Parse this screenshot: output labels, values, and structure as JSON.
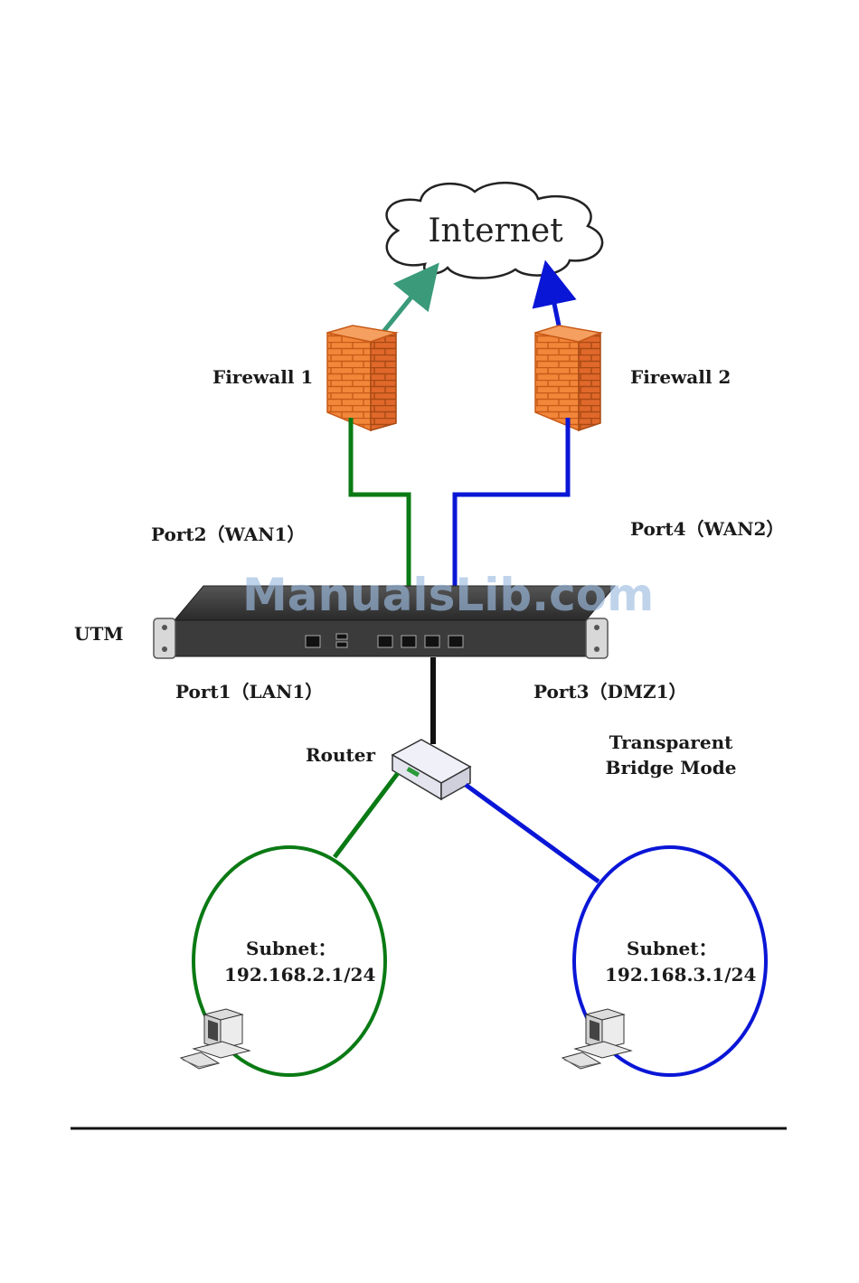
{
  "diagram": {
    "internet_label": "Internet",
    "firewall1_label": "Firewall 1",
    "firewall2_label": "Firewall 2",
    "port2_label": "Port2（WAN1）",
    "port4_label": "Port4（WAN2）",
    "utm_label": "UTM",
    "port1_label": "Port1（LAN1）",
    "port3_label": "Port3（DMZ1）",
    "router_label": "Router",
    "mode_line1": "Transparent",
    "mode_line2": "Bridge Mode",
    "subnet_left_title": "Subnet：",
    "subnet_left_addr": "192.168.2.1/24",
    "subnet_right_title": "Subnet：",
    "subnet_right_addr": "192.168.3.1/24",
    "watermark": "ManualsLib.com"
  },
  "colors": {
    "green_link": "#0a7a14",
    "teal_arrow": "#3a9a7a",
    "blue_link": "#0a16d6",
    "firewall_orange": "#f07a2a",
    "utm_body": "#3b3b3b"
  },
  "icons": [
    "cloud-icon",
    "firewall-icon",
    "utm-appliance-icon",
    "router-icon",
    "computer-icon"
  ]
}
